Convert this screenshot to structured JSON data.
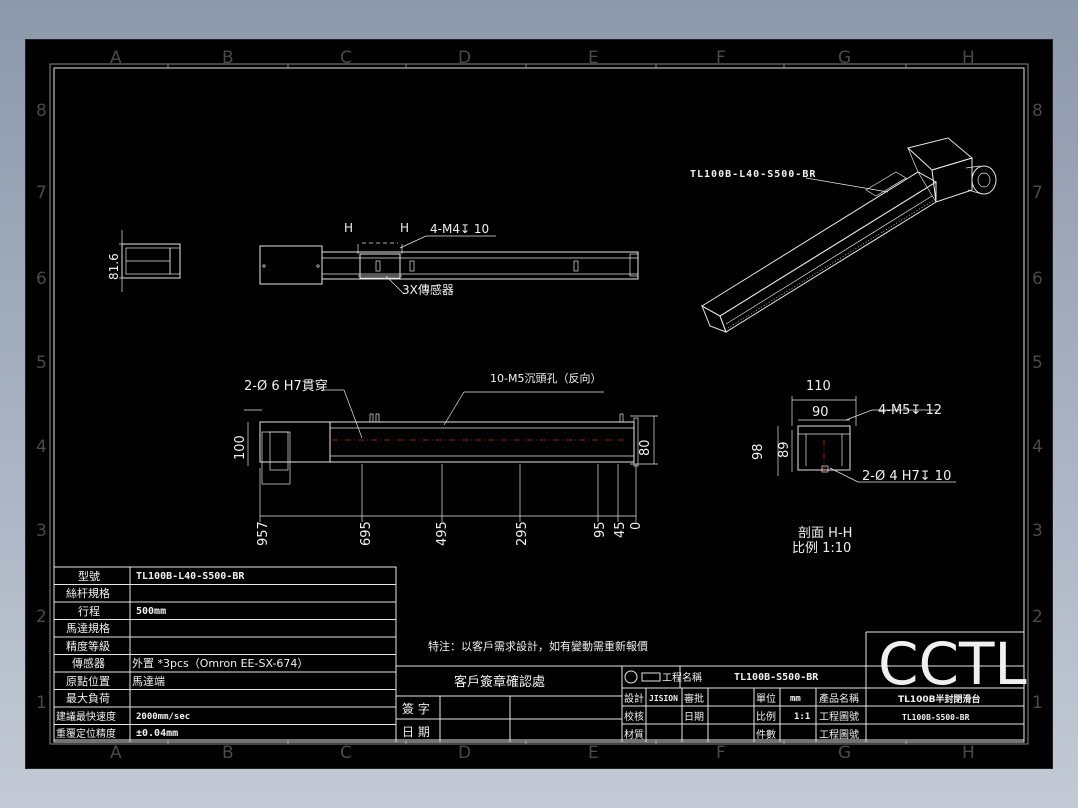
{
  "zones": {
    "columns": [
      "A",
      "B",
      "C",
      "D",
      "E",
      "F",
      "G",
      "H"
    ],
    "rows": [
      "8",
      "7",
      "6",
      "5",
      "4",
      "3",
      "2",
      "1"
    ]
  },
  "views": {
    "part_label": "TL100B-L40-S500-BR",
    "top_dim_H1": "H",
    "top_dim_H2": "H",
    "top_callout_holes": "4-M4↧ 10",
    "top_callout_sensor": "3X傳感器",
    "end_dim": "81.6",
    "front_callout_pin": "2-Ø 6  H7貫穿",
    "front_callout_holes": "10-M5沉頭孔（反向）",
    "front_dim_height_left": "100",
    "front_dim_height_right": "80",
    "front_positions": [
      "957",
      "695",
      "495",
      "295",
      "95",
      "45",
      "0"
    ],
    "section_dim_110": "110",
    "section_dim_90": "90",
    "section_callout_m5": "4-M5↧ 12",
    "section_dim_98": "98",
    "section_dim_89": "89",
    "section_callout_pin": "2-Ø 4  H7↧ 10",
    "section_title": "剖面 H-H",
    "section_scale": "比例 1:10"
  },
  "spec_table": {
    "rows": [
      {
        "label": "型號",
        "value": "TL100B-L40-S500-BR"
      },
      {
        "label": "絲杆規格",
        "value": ""
      },
      {
        "label": "行程",
        "value": "500mm"
      },
      {
        "label": "馬達規格",
        "value": ""
      },
      {
        "label": "精度等級",
        "value": ""
      },
      {
        "label": "傳感器",
        "value": "外置 *3pcs（Omron EE-SX-674）"
      },
      {
        "label": "原點位置",
        "value": "馬達端"
      },
      {
        "label": "最大負荷",
        "value": ""
      },
      {
        "label": "建議最快速度",
        "value": "2000mm/sec"
      },
      {
        "label": "重覆定位精度",
        "value": "±0.04mm"
      }
    ]
  },
  "note": "特注：以客戶需求設計，如有變動需重新報價",
  "customer_box": {
    "title": "客戶簽章確認處",
    "sign_label": "簽 字",
    "date_label": "日 期"
  },
  "title_block": {
    "logo": "CCTL",
    "drawing_name_label": "工程名稱",
    "drawing_name": "TL100B-S500-BR",
    "design_label": "設計",
    "designer": "JISION",
    "approve_label": "審批",
    "check_label": "校核",
    "date_label": "日期",
    "material_label": "材質",
    "unit_label": "單位",
    "unit_value": "mm",
    "scale_label": "比例",
    "scale_value": "1:1",
    "pieces_label": "件數",
    "product_name_label": "產品名稱",
    "drawing_no_label": "工程圖號",
    "drawing_ver_label": "工程圖號",
    "product_name": "TL100B半封閉滑台",
    "drawing_no": "TL100B-S500-BR"
  }
}
